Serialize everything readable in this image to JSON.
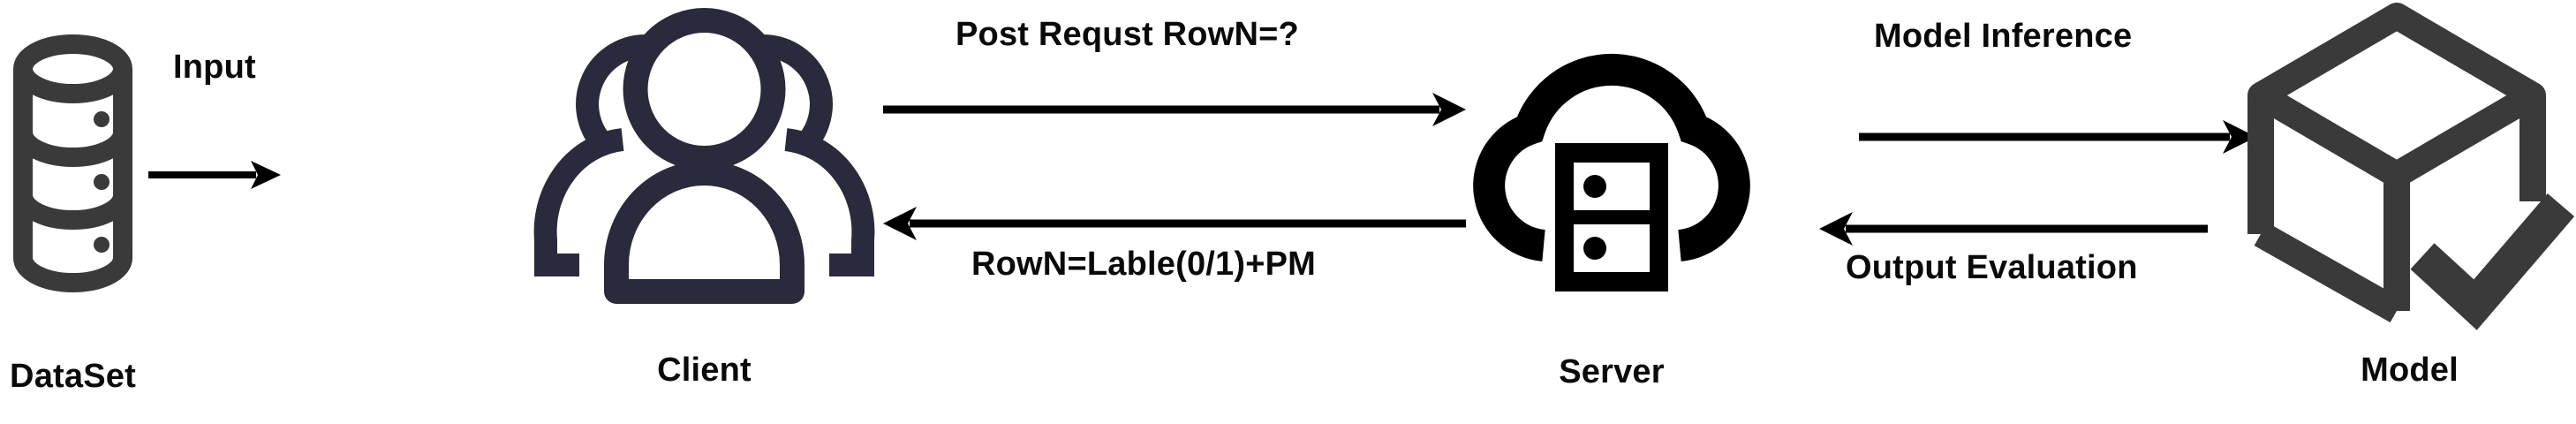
{
  "diagram": {
    "title": "Client-Server Model Inference Flow",
    "background_color": "#ffffff",
    "colors": {
      "dataset_icon": "#3a3a3a",
      "client_icon": "#2a2a3c",
      "server_icon": "#000000",
      "model_icon": "#3a3a3a",
      "arrow": "#000000",
      "text": "#0a0a0a"
    }
  },
  "nodes": [
    {
      "id": "dataset",
      "label": "DataSet",
      "icon": "database-cylinder-icon"
    },
    {
      "id": "client",
      "label": "Client",
      "icon": "people-group-icon"
    },
    {
      "id": "server",
      "label": "Server",
      "icon": "cloud-server-rack-icon"
    },
    {
      "id": "model",
      "label": "Model",
      "icon": "cube-check-icon"
    }
  ],
  "edges": [
    {
      "id": "input",
      "label": "Input",
      "from": "dataset",
      "to": "client",
      "direction": "right",
      "label_position": "above"
    },
    {
      "id": "post_request",
      "label": "Post Requst  RowN=?",
      "from": "client",
      "to": "server",
      "direction": "right",
      "label_position": "above"
    },
    {
      "id": "rown_response",
      "label": "RowN=Lable(0/1)+PM",
      "from": "server",
      "to": "client",
      "direction": "left",
      "label_position": "below"
    },
    {
      "id": "model_inference",
      "label": "Model Inference",
      "from": "server",
      "to": "model",
      "direction": "right",
      "label_position": "above"
    },
    {
      "id": "output_evaluation",
      "label": "Output Evaluation",
      "from": "model",
      "to": "server",
      "direction": "left",
      "label_position": "below"
    }
  ]
}
